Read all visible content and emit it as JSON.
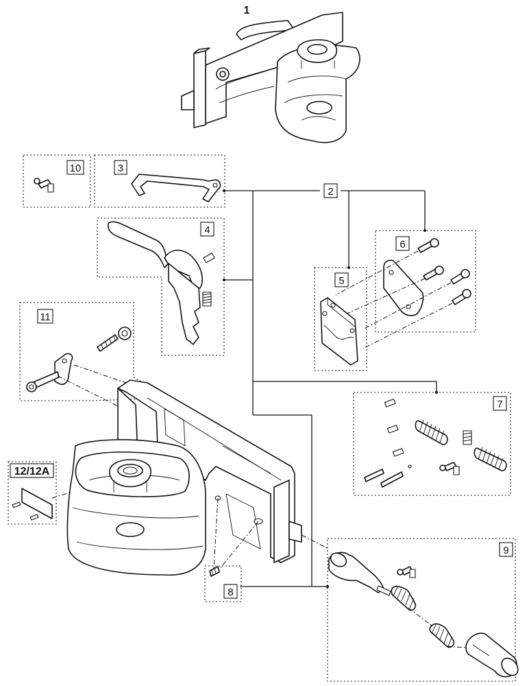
{
  "callouts": {
    "c1": "1",
    "c2": "2",
    "c3": "3",
    "c4": "4",
    "c5": "5",
    "c6": "6",
    "c7": "7",
    "c8": "8",
    "c9": "9",
    "c10": "10",
    "c11": "11",
    "c12": "12/12A"
  }
}
